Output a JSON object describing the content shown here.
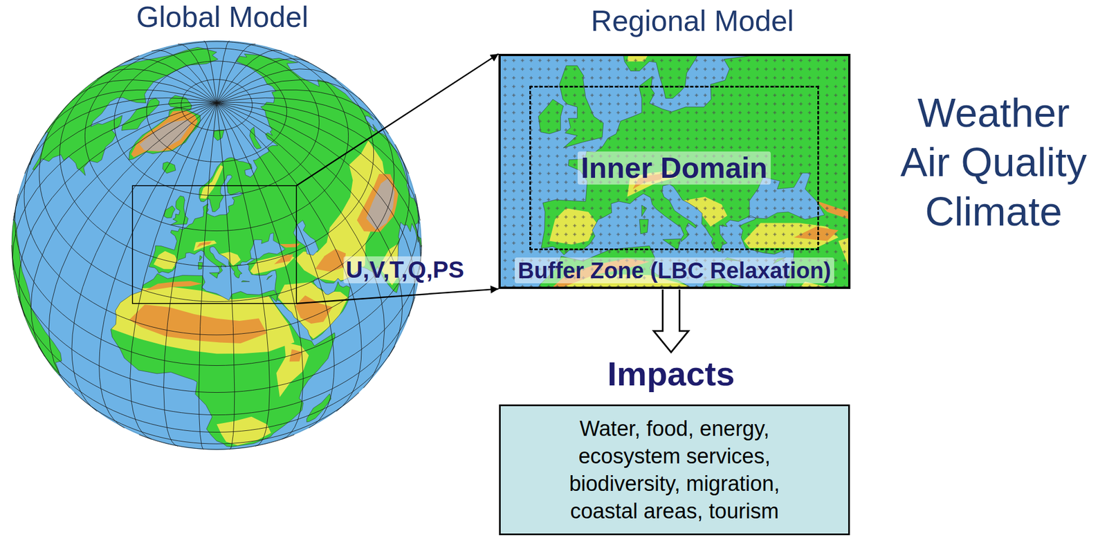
{
  "diagram": {
    "nodes": [
      {
        "text": [
          "Global Model"
        ]
      },
      {
        "text": [
          "Regional Model",
          "Buffer Zone (LBC Relaxation)"
        ]
      },
      {
        "text": [
          "Inner Domain"
        ],
        "in": 1
      },
      {
        "text": [
          "Impacts",
          "Water, food, energy, ecosystem services, biodiversity, migration, coastal areas, tourism"
        ]
      }
    ],
    "edges": [
      {
        "from": 0,
        "to": 1,
        "arrow": "to"
      },
      {
        "from": 0,
        "to": 1,
        "label": "U,V,T,Q,PS",
        "arrow": "to"
      },
      {
        "from": 1,
        "to": 3,
        "arrow": "to"
      }
    ],
    "labels": [
      "Weather Air Quality Climate"
    ]
  }
}
